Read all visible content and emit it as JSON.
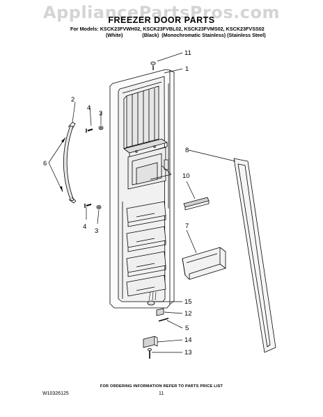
{
  "watermark": "AppliancePartsPros.com",
  "header": {
    "title": "FREEZER DOOR PARTS",
    "models": "For Models: KSCK23FVWH02, KSCK23FVBL02, KSCK23FVMS02, KSCK23FVSS02",
    "colors": "(White)              (Black)  (Monochromatic Stainless) (Stainless Steel)"
  },
  "callouts": {
    "c1": "1",
    "c2": "2",
    "c3a": "3",
    "c3b": "3",
    "c4a": "4",
    "c4b": "4",
    "c5": "5",
    "c6": "6",
    "c7": "7",
    "c8": "8",
    "c10": "10",
    "c11": "11",
    "c12": "12",
    "c13": "13",
    "c14": "14",
    "c15": "15"
  },
  "footer": {
    "note": "FOR ORDERING INFORMATION REFER TO PARTS PRICE LIST",
    "doc_id": "W10326125",
    "page": "11"
  }
}
